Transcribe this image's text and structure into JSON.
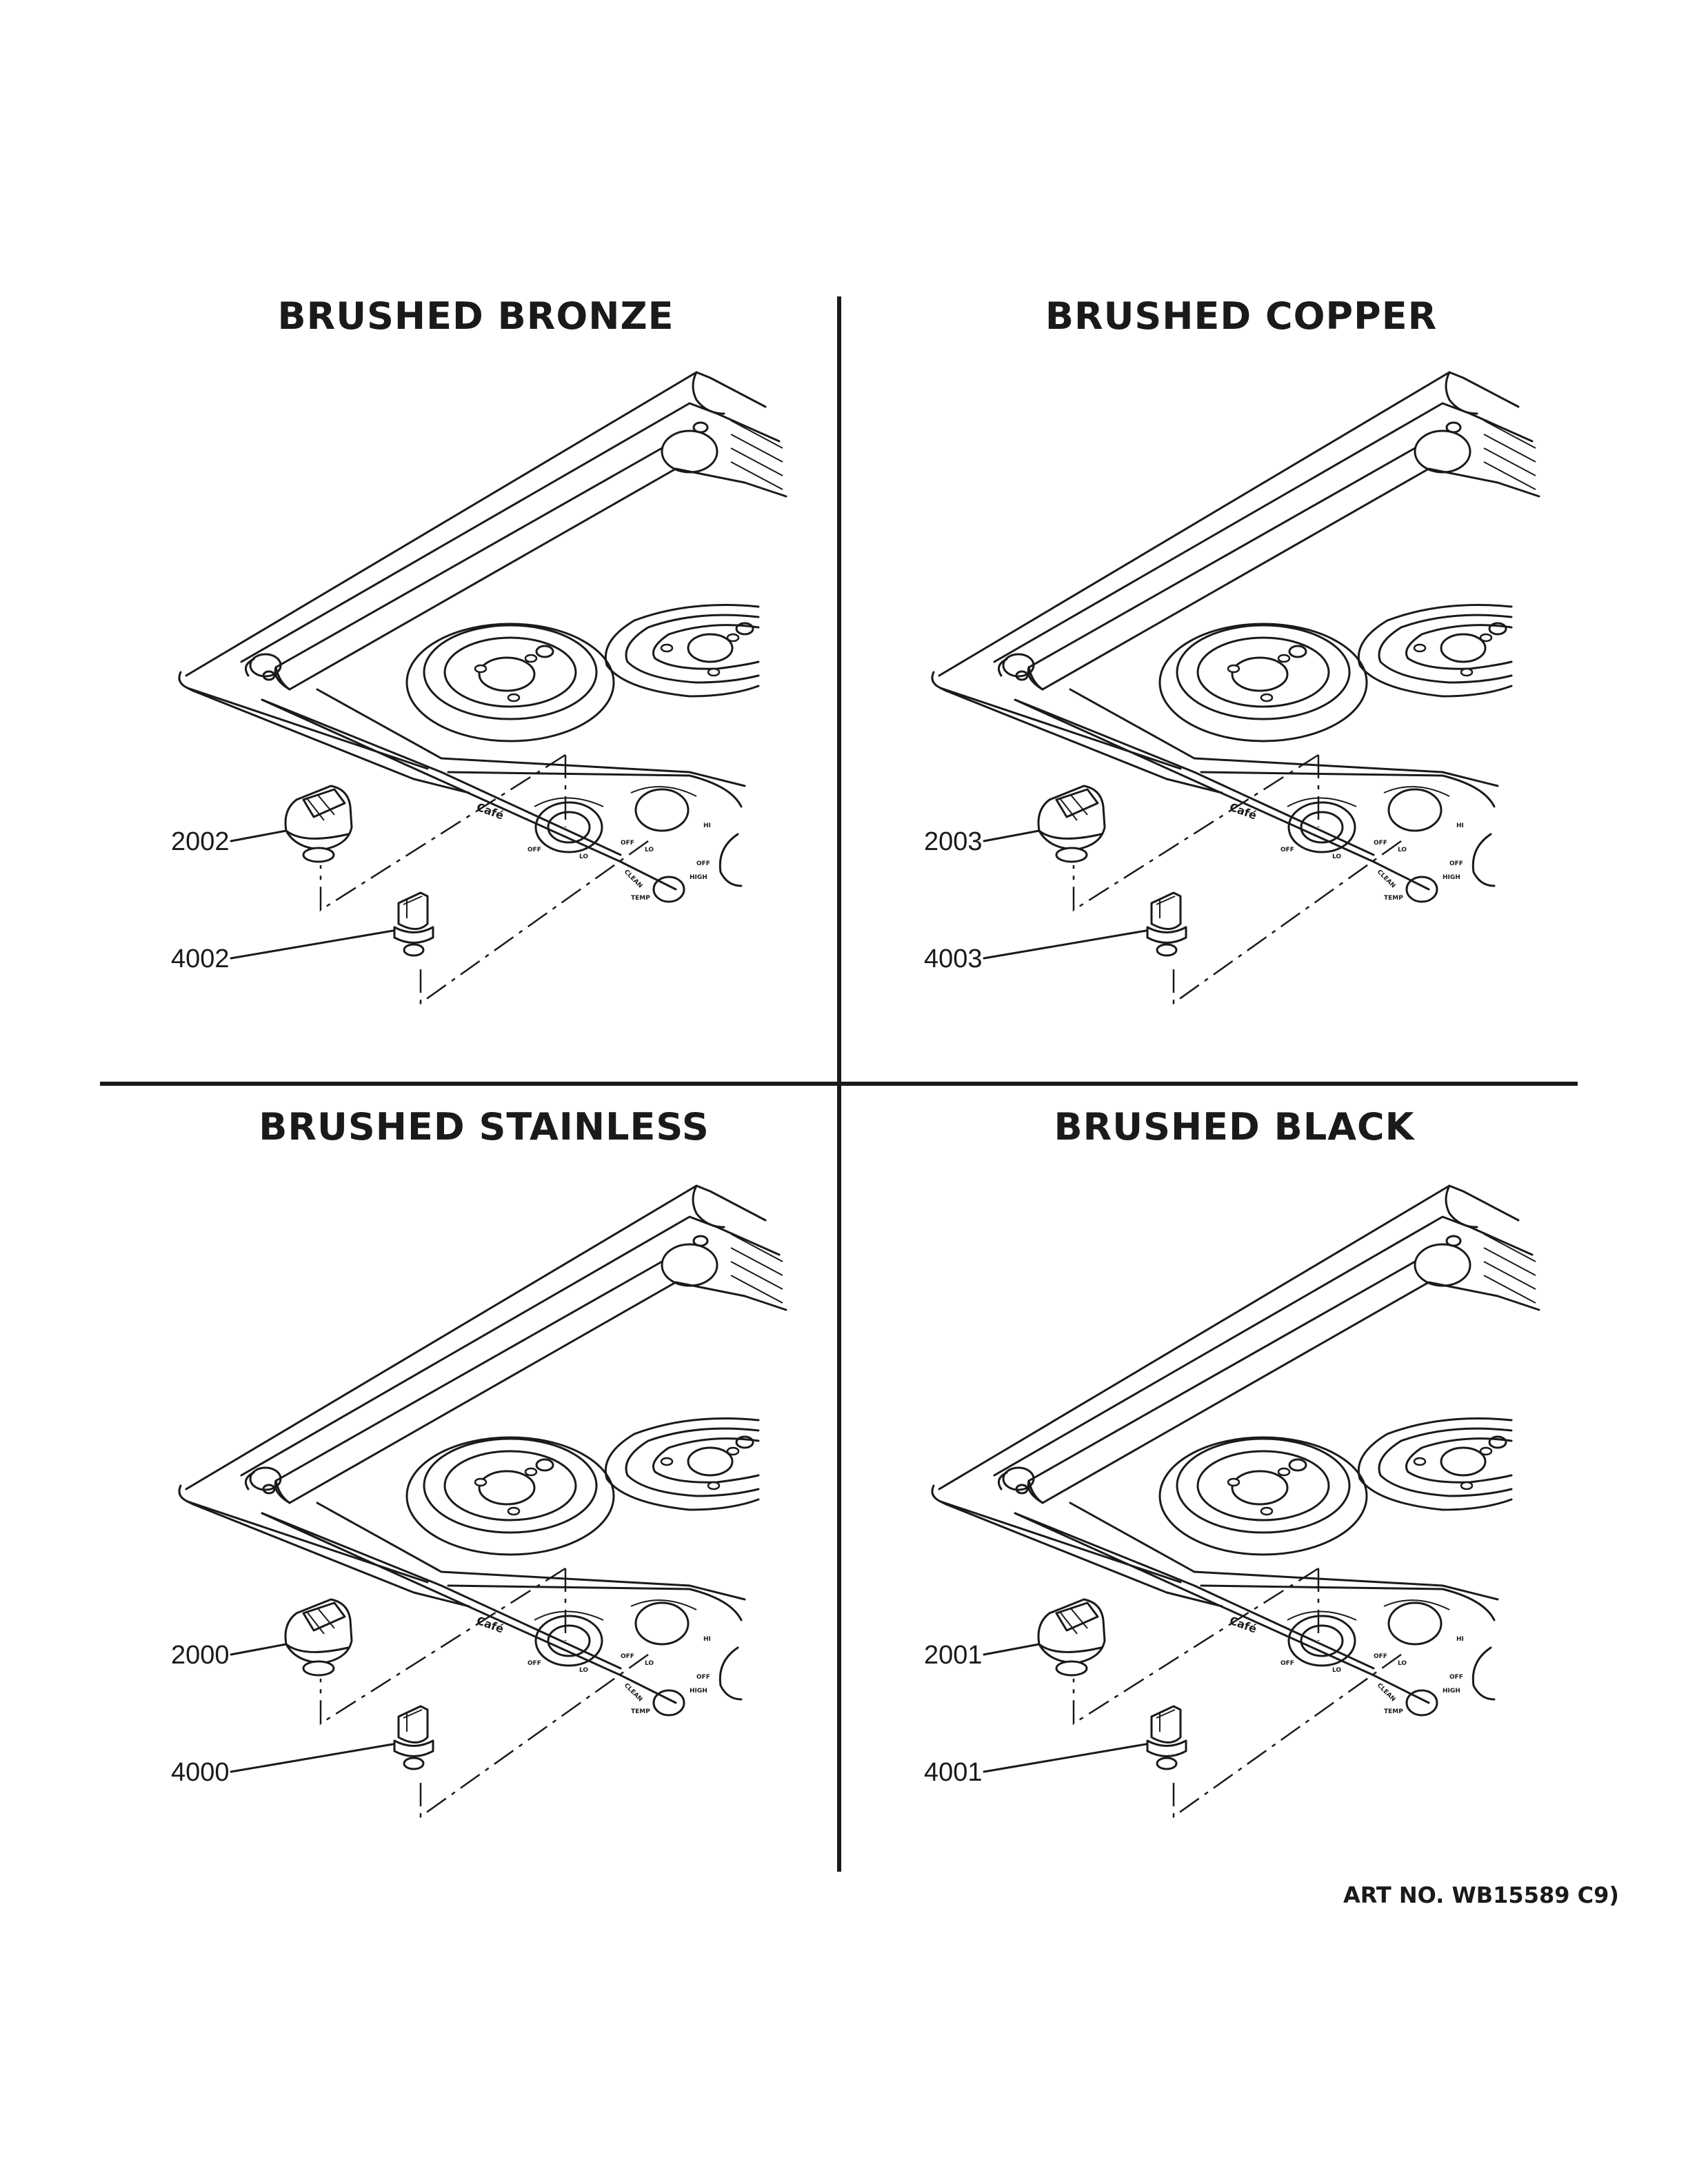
{
  "panels": [
    {
      "title": "BRUSHED BRONZE",
      "knob_part": "2002",
      "small_knob_part": "4002"
    },
    {
      "title": "BRUSHED COPPER",
      "knob_part": "2003",
      "small_knob_part": "4003"
    },
    {
      "title": "BRUSHED STAINLESS",
      "knob_part": "2000",
      "small_knob_part": "4000"
    },
    {
      "title": "BRUSHED BLACK",
      "knob_part": "2001",
      "small_knob_part": "4001"
    }
  ],
  "art_number": "ART NO. WB15589 C9)"
}
